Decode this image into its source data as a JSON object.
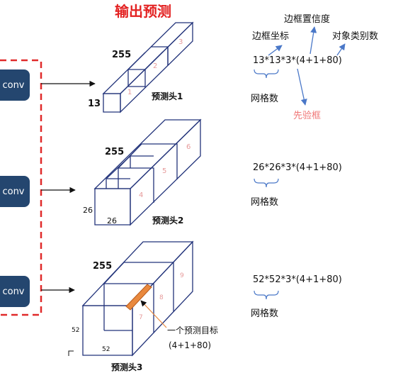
{
  "title": "输出预测",
  "conv_label": "conv",
  "heads": [
    {
      "name": "预测头1",
      "dims": {
        "d255": "255",
        "d13": "13"
      },
      "cells": [
        "1",
        "2",
        "3"
      ]
    },
    {
      "name": "预测头2",
      "dims": {
        "d255": "255",
        "left": "26",
        "bottom": "26"
      },
      "cells": [
        "4",
        "5",
        "6"
      ]
    },
    {
      "name": "预测头3",
      "dims": {
        "d255": "255",
        "left": "52",
        "bottom": "52"
      },
      "cells": [
        "7",
        "8",
        "9"
      ]
    }
  ],
  "formulas": {
    "f1": "13*13*3*(4+1+80)",
    "f2": "26*26*3*(4+1+80)",
    "f3": "52*52*3*(4+1+80)"
  },
  "annotations": {
    "box_confidence": "边框置信度",
    "box_coords": "边框坐标",
    "class_count": "对象类别数",
    "grid_count": "网格数",
    "anchor_box": "先验框",
    "target_label": "一个预测目标",
    "target_value": "(4+1+80)"
  },
  "colors": {
    "title": "#e32222",
    "cube": "#22337a",
    "cell_number": "#e69a9a",
    "arrow_blue": "#4a78c8",
    "anchor_text": "#f07878",
    "target_bar": "#e9893e",
    "dashed_box": "#e02a2a",
    "conv_fill": "#24466f"
  }
}
